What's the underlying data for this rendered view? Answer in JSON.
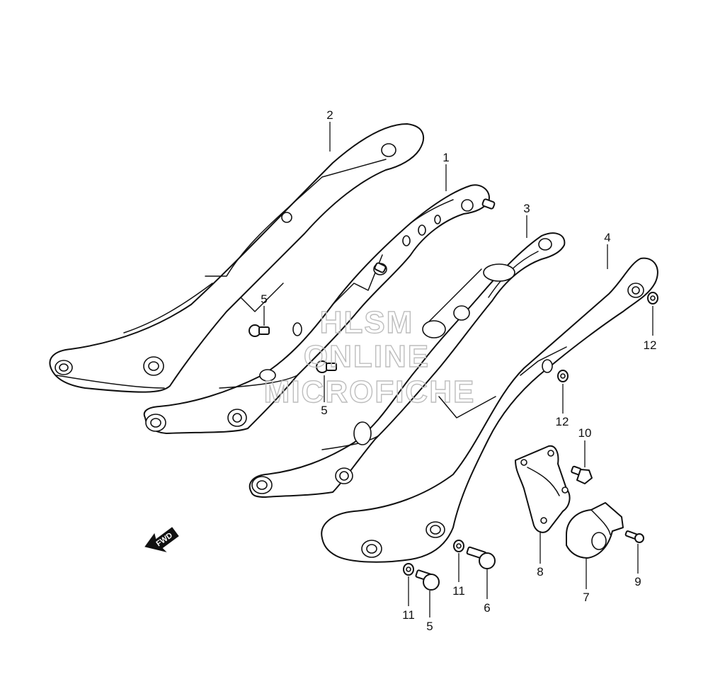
{
  "watermark": {
    "line1": "HLSM",
    "line2": "ONLINE",
    "line3": "MICROFICHE"
  },
  "direction_label": "FWD",
  "callouts": [
    {
      "id": "c2",
      "label": "2"
    },
    {
      "id": "c1",
      "label": "1"
    },
    {
      "id": "c3",
      "label": "3"
    },
    {
      "id": "c4",
      "label": "4"
    },
    {
      "id": "c5a",
      "label": "5"
    },
    {
      "id": "c5b",
      "label": "5"
    },
    {
      "id": "c12a",
      "label": "12"
    },
    {
      "id": "c12b",
      "label": "12"
    },
    {
      "id": "c10",
      "label": "10"
    },
    {
      "id": "c8",
      "label": "8"
    },
    {
      "id": "c7",
      "label": "7"
    },
    {
      "id": "c9",
      "label": "9"
    },
    {
      "id": "c6",
      "label": "6"
    },
    {
      "id": "c11a",
      "label": "11"
    },
    {
      "id": "c11b",
      "label": "11"
    },
    {
      "id": "c5c",
      "label": "5"
    }
  ]
}
